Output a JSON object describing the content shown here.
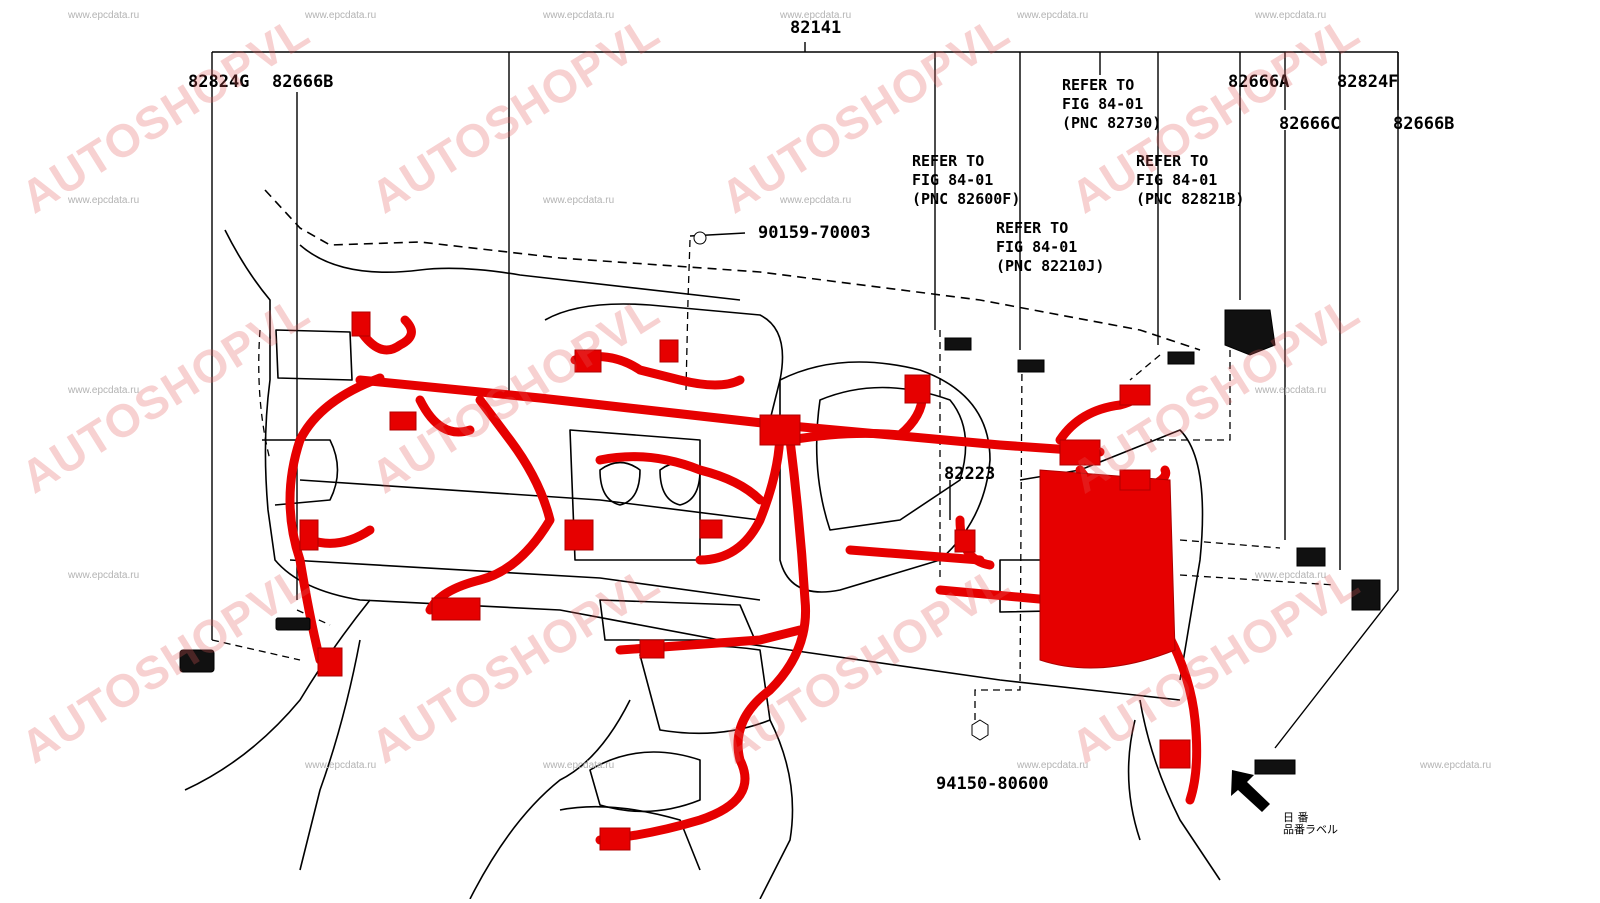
{
  "labels": {
    "harness_main": "82141",
    "p82824g": "82824G",
    "p82666b_left": "82666B",
    "p82666a": "82666A",
    "p82824f": "82824F",
    "p82666c": "82666C",
    "p82666b_right": "82666B",
    "p82223": "82223",
    "clip_90159": "90159-70003",
    "nut_94150": "94150-80600"
  },
  "refer_notes": [
    {
      "line1": "REFER TO",
      "line2": "FIG 84-01",
      "line3": "(PNC 82730)"
    },
    {
      "line1": "REFER TO",
      "line2": "FIG 84-01",
      "line3": "(PNC 82600F)"
    },
    {
      "line1": "REFER TO",
      "line2": "FIG 84-01",
      "line3": "(PNC 82821B)"
    },
    {
      "line1": "REFER TO",
      "line2": "FIG 84-01",
      "line3": "(PNC 82210J)"
    }
  ],
  "japanese_label": {
    "line1": "日 番",
    "line2": "品番ラベル"
  },
  "watermarks": {
    "site": "www.epcdata.ru",
    "brand": "AUTOSHOPVL"
  },
  "colors": {
    "harness": "#e60000",
    "line": "#000000",
    "watermark_brand": "#e15a5a",
    "watermark_site": "#b3b3b3"
  }
}
